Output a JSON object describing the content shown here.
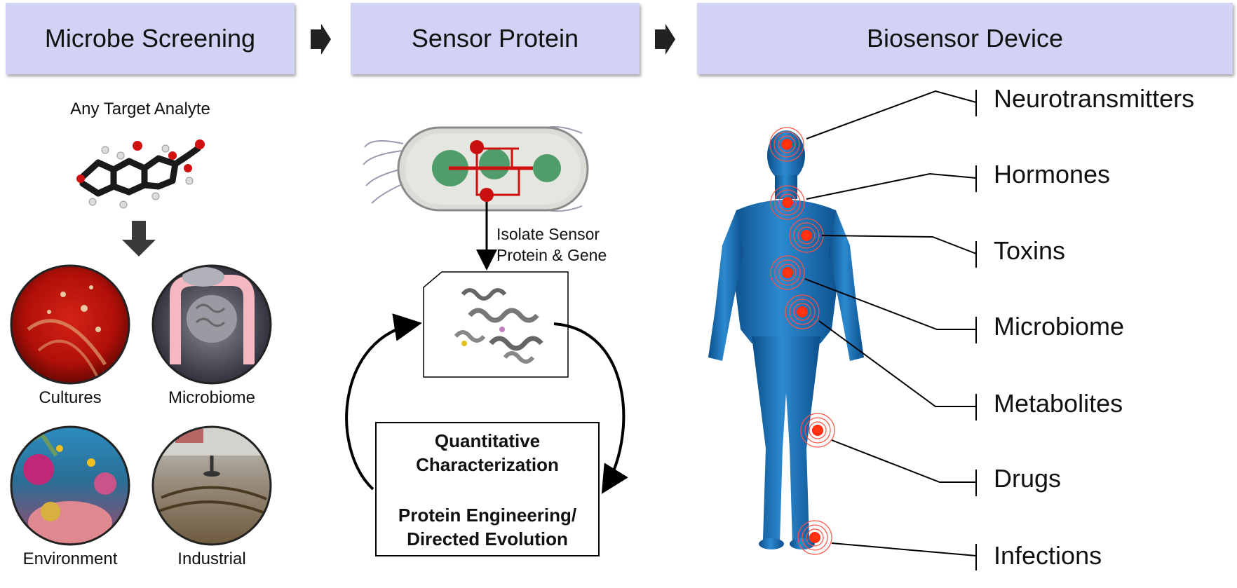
{
  "headers": {
    "microbe": "Microbe Screening",
    "sensor": "Sensor Protein",
    "device": "Biosensor Device"
  },
  "left": {
    "target": "Any Target Analyte",
    "cultures": "Cultures",
    "microbiome": "Microbiome",
    "environment": "Environment",
    "industrial": "Industrial"
  },
  "middle": {
    "isolate_line1": "Isolate Sensor",
    "isolate_line2": "Protein & Gene",
    "box_line1": "Quantitative",
    "box_line2": "Characterization",
    "box_line3": "Protein Engineering/",
    "box_line4": "Directed Evolution"
  },
  "targets": [
    "Neurotransmitters",
    "Hormones",
    "Toxins",
    "Microbiome",
    "Metabolites",
    "Drugs",
    "Infections"
  ],
  "colors": {
    "header_bg": "#d2d2f4",
    "body_blue": "#1f73b5",
    "hotspot": "#ff2a10"
  }
}
